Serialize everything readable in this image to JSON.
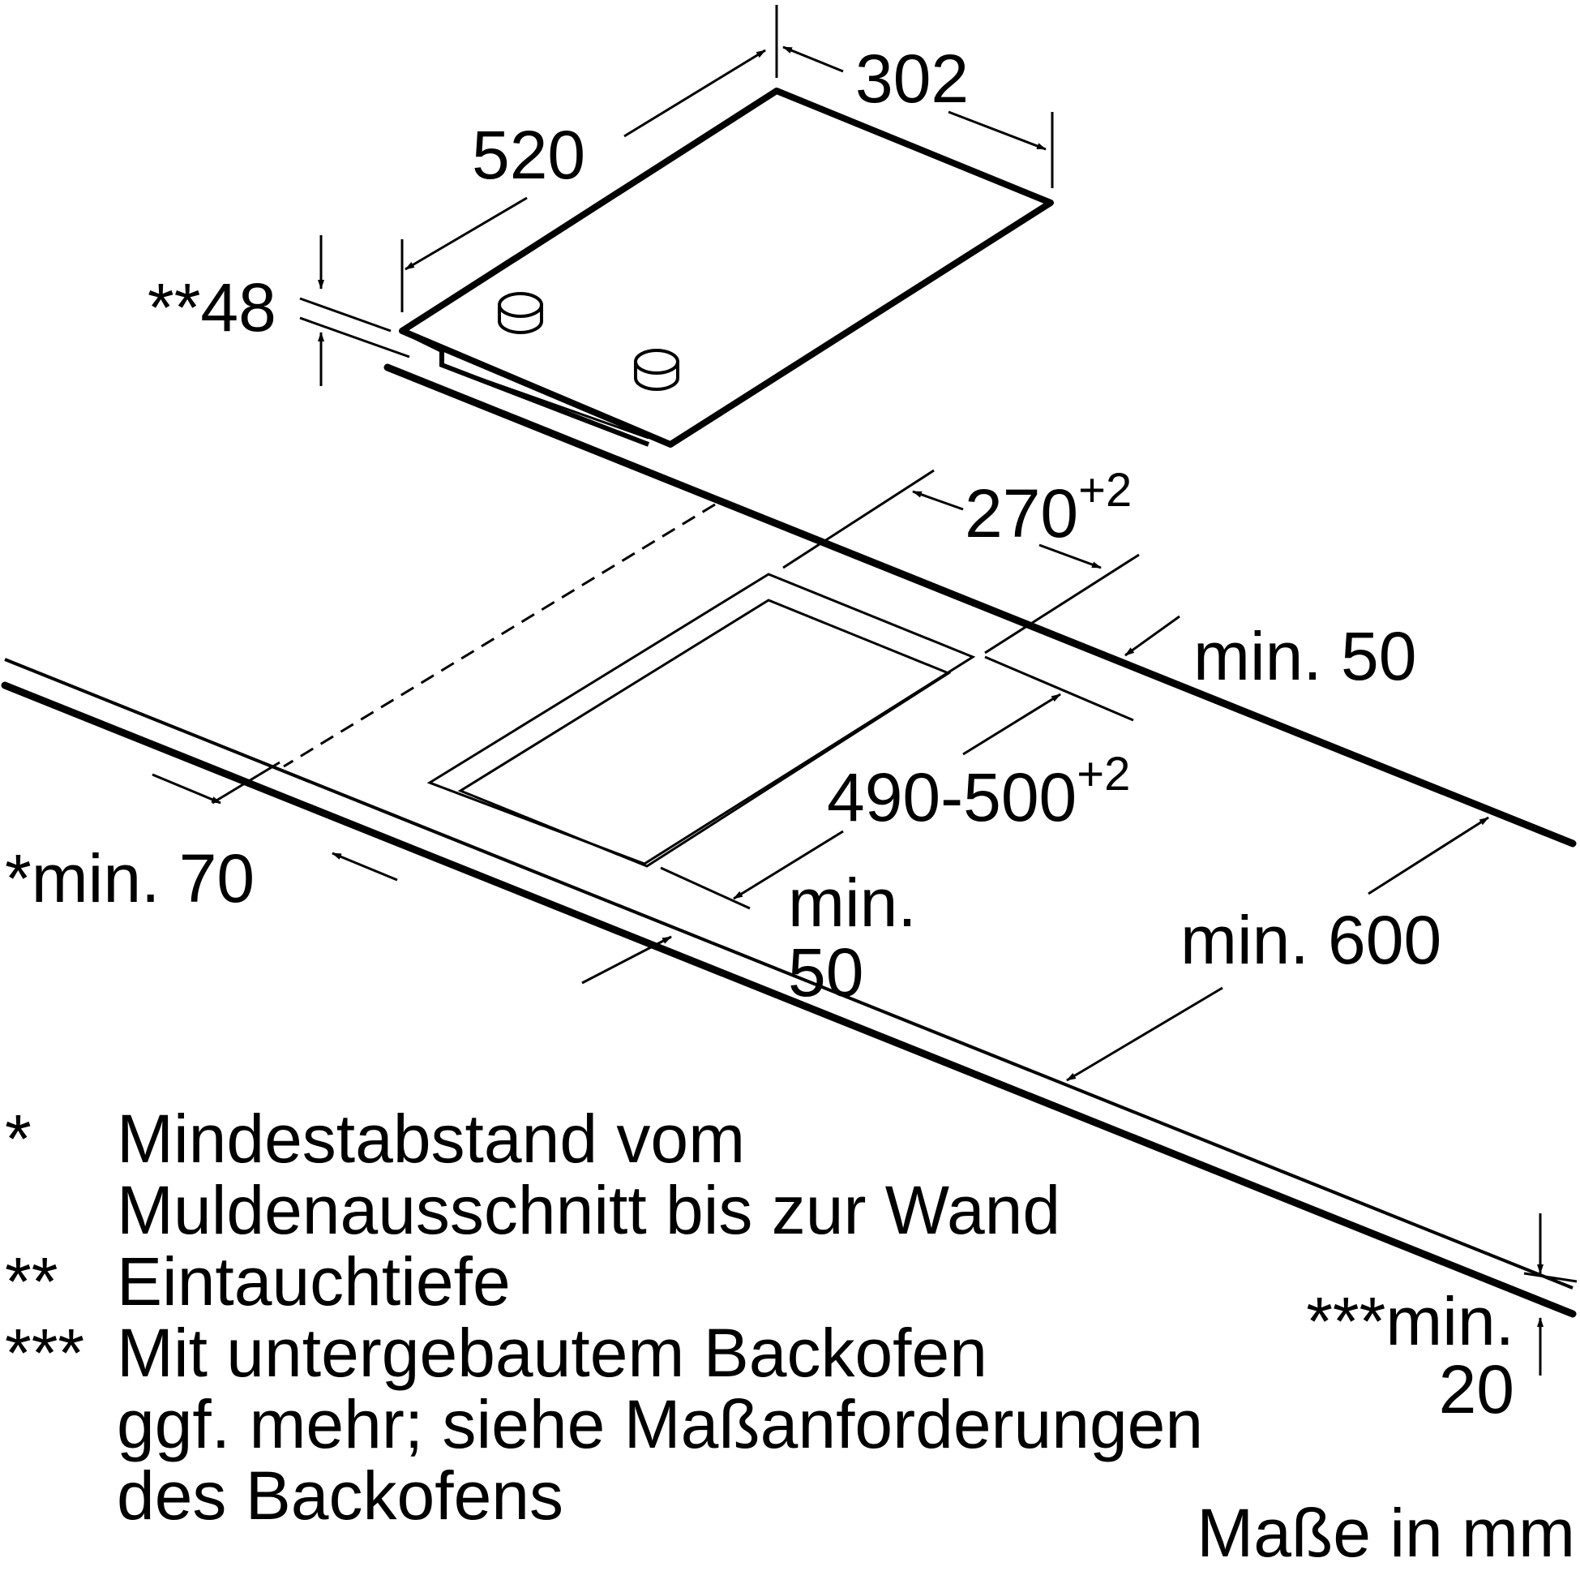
{
  "dimensions": {
    "appliance_width": "302",
    "appliance_depth": "520",
    "insertion_depth": "**48",
    "cutout_width": "270",
    "cutout_width_tol": "+2",
    "cutout_depth": "490-500",
    "cutout_depth_tol": "+2",
    "min_side_right": "min. 50",
    "min_wall": "*min. 70",
    "min_front_1": "min.",
    "min_front_2": "50",
    "min_worktop_depth": "min. 600",
    "min_oven_1": "***min.",
    "min_oven_2": "20"
  },
  "notes": [
    {
      "mark": "*",
      "lines": [
        "Mindestabstand vom",
        "Muldenausschnitt bis zur Wand"
      ]
    },
    {
      "mark": "**",
      "lines": [
        "Eintauchtiefe"
      ]
    },
    {
      "mark": "***",
      "lines": [
        "Mit untergebautem Backofen",
        "ggf. mehr; siehe Maßanforderungen",
        "des Backofens"
      ]
    }
  ],
  "units_label": "Maße in mm"
}
